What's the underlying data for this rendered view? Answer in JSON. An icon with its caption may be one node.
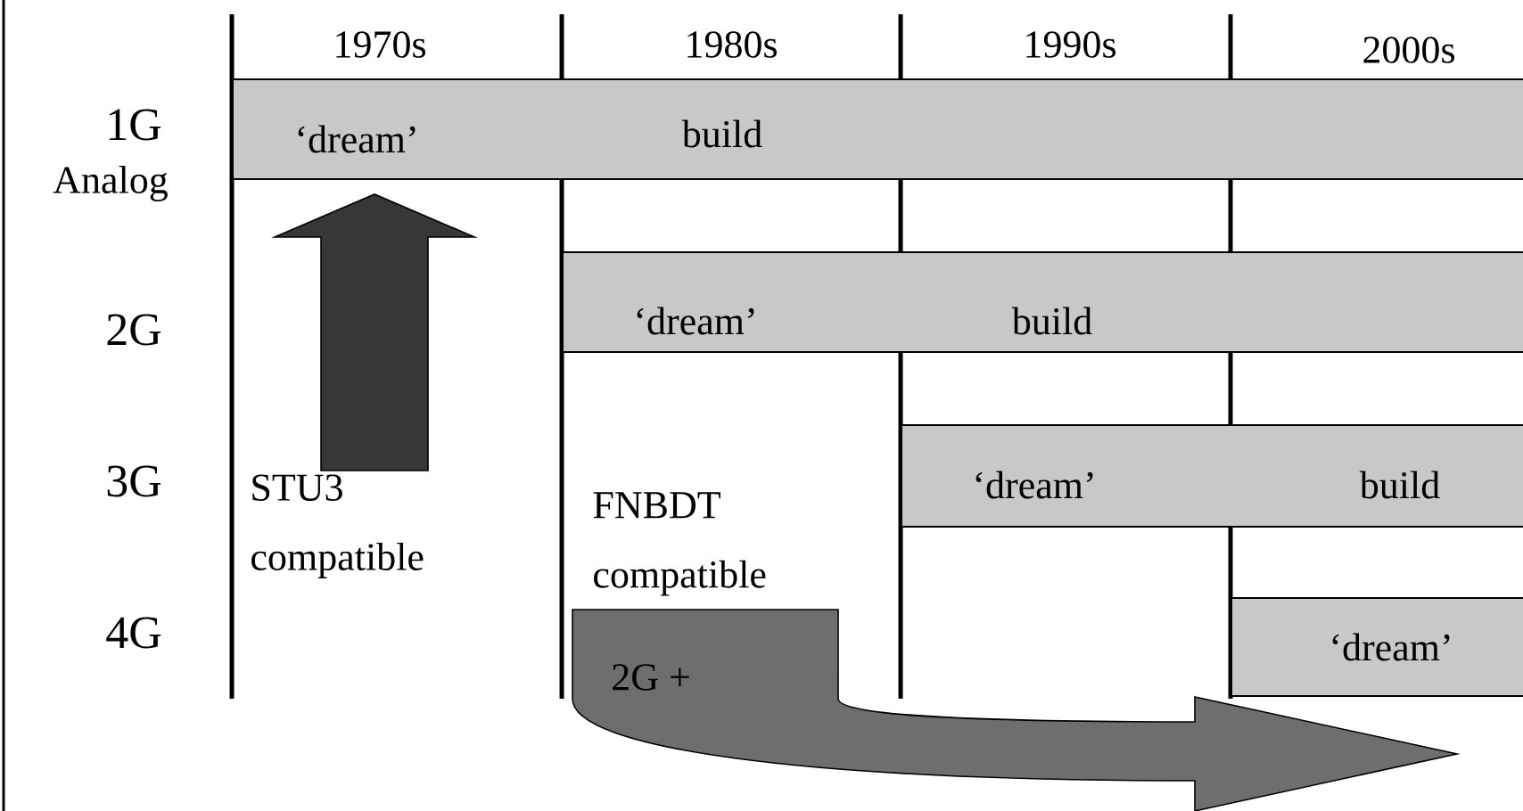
{
  "diagram": {
    "nodes": [
      {
        "text": [
          "‘dream’",
          "build"
        ]
      },
      {
        "text": [
          "‘dream’",
          "build"
        ]
      },
      {
        "text": [
          "STU3 compatible"
        ]
      },
      {
        "text": [
          "‘dream’",
          "build"
        ]
      },
      {
        "text": [
          "FNBDT compatible"
        ]
      },
      {
        "text": [
          "‘dream’"
        ]
      },
      {
        "text": [
          "2G +"
        ]
      }
    ],
    "edges": [
      {
        "from": 2,
        "to": 0,
        "arrow": "to",
        "style": "thick"
      }
    ],
    "labels": [
      "1970s",
      "1980s",
      "1990s",
      "2000s",
      "1G",
      "Analog",
      "2G",
      "3G",
      "4G"
    ]
  }
}
